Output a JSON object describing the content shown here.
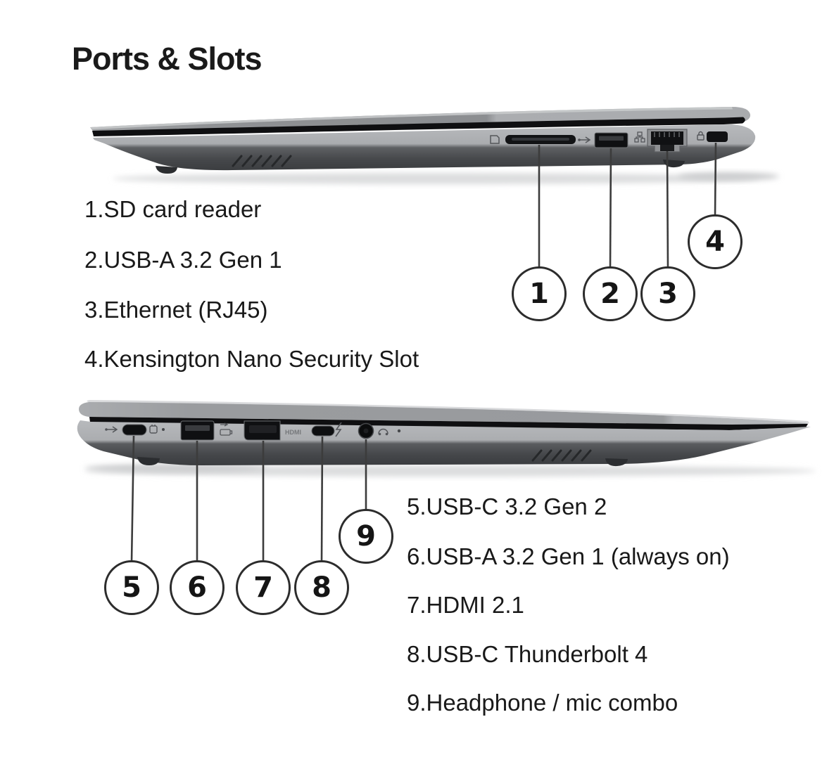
{
  "title": "Ports & Slots",
  "views": {
    "right_side": {
      "legend": [
        {
          "label": "1.SD card reader"
        },
        {
          "label": "2.USB-A 3.2 Gen 1"
        },
        {
          "label": "3.Ethernet (RJ45)"
        },
        {
          "label": "4.Kensington Nano Security Slot"
        }
      ],
      "callouts": [
        {
          "num": "1",
          "port": "SD card reader"
        },
        {
          "num": "2",
          "port": "USB-A 3.2 Gen 1"
        },
        {
          "num": "3",
          "port": "Ethernet (RJ45)"
        },
        {
          "num": "4",
          "port": "Kensington Nano Security Slot"
        }
      ]
    },
    "left_side": {
      "legend": [
        {
          "label": "5.USB-C 3.2 Gen 2"
        },
        {
          "label": "6.USB-A 3.2 Gen 1 (always on)"
        },
        {
          "label": "7.HDMI 2.1"
        },
        {
          "label": "8.USB-C Thunderbolt 4"
        },
        {
          "label": "9.Headphone / mic combo"
        }
      ],
      "callouts": [
        {
          "num": "5",
          "port": "USB-C 3.2 Gen 2"
        },
        {
          "num": "6",
          "port": "USB-A 3.2 Gen 1 (always on)"
        },
        {
          "num": "7",
          "port": "HDMI 2.1"
        },
        {
          "num": "8",
          "port": "USB-C Thunderbolt 4"
        },
        {
          "num": "9",
          "port": "Headphone / mic combo"
        }
      ]
    }
  },
  "labels": {
    "hdmi_port_print": "HDMI"
  },
  "colors": {
    "background": "#ffffff",
    "text": "#191919",
    "callout_line": "#3c3c3c",
    "circle_border": "#2c2c2c",
    "lid_gray": "#8f9194",
    "lid_light_gray": "#a9abae",
    "base_light": "#b8babd",
    "base_dark": "#3a3c3f",
    "hinge_gap": "#0f0f11",
    "port_black": "#101113",
    "shadow": "#dcddde"
  }
}
